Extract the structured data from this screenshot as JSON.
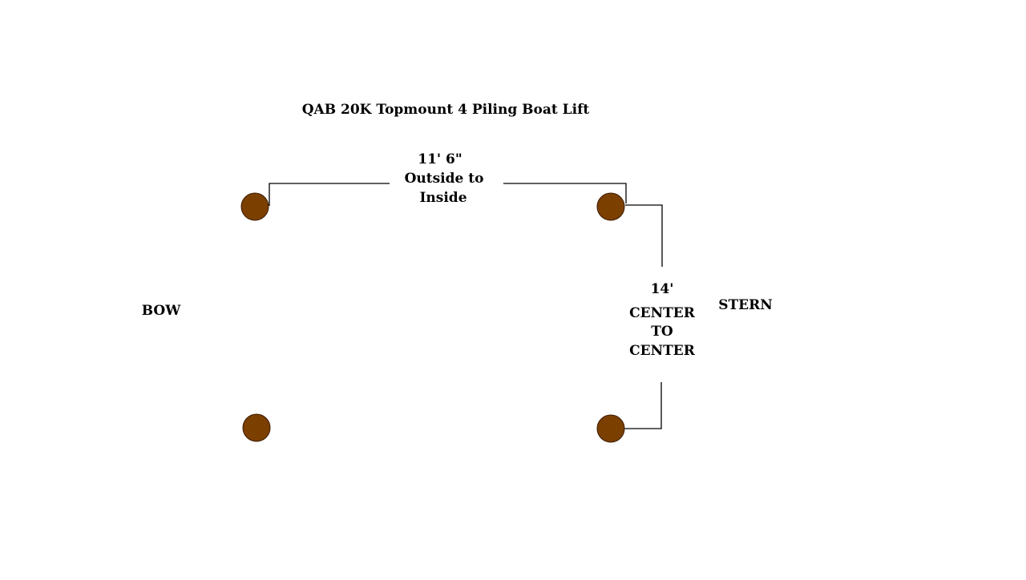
{
  "diagram": {
    "title": "QAB 20K Topmount 4 Piling Boat Lift",
    "labels": {
      "bow": "BOW",
      "stern": "STERN"
    },
    "width_dimension": {
      "value": "11' 6\"",
      "line1": "Outside to",
      "line2": "Inside"
    },
    "length_dimension": {
      "value": "14'",
      "line1": "CENTER",
      "line2": "TO",
      "line3": "CENTER"
    },
    "pilings": [
      {
        "id": "bow-top"
      },
      {
        "id": "stern-top"
      },
      {
        "id": "bow-bottom"
      },
      {
        "id": "stern-bottom"
      }
    ],
    "colors": {
      "piling": "#7B3F00",
      "line": "#000000",
      "background": "#FFFFFF"
    }
  }
}
